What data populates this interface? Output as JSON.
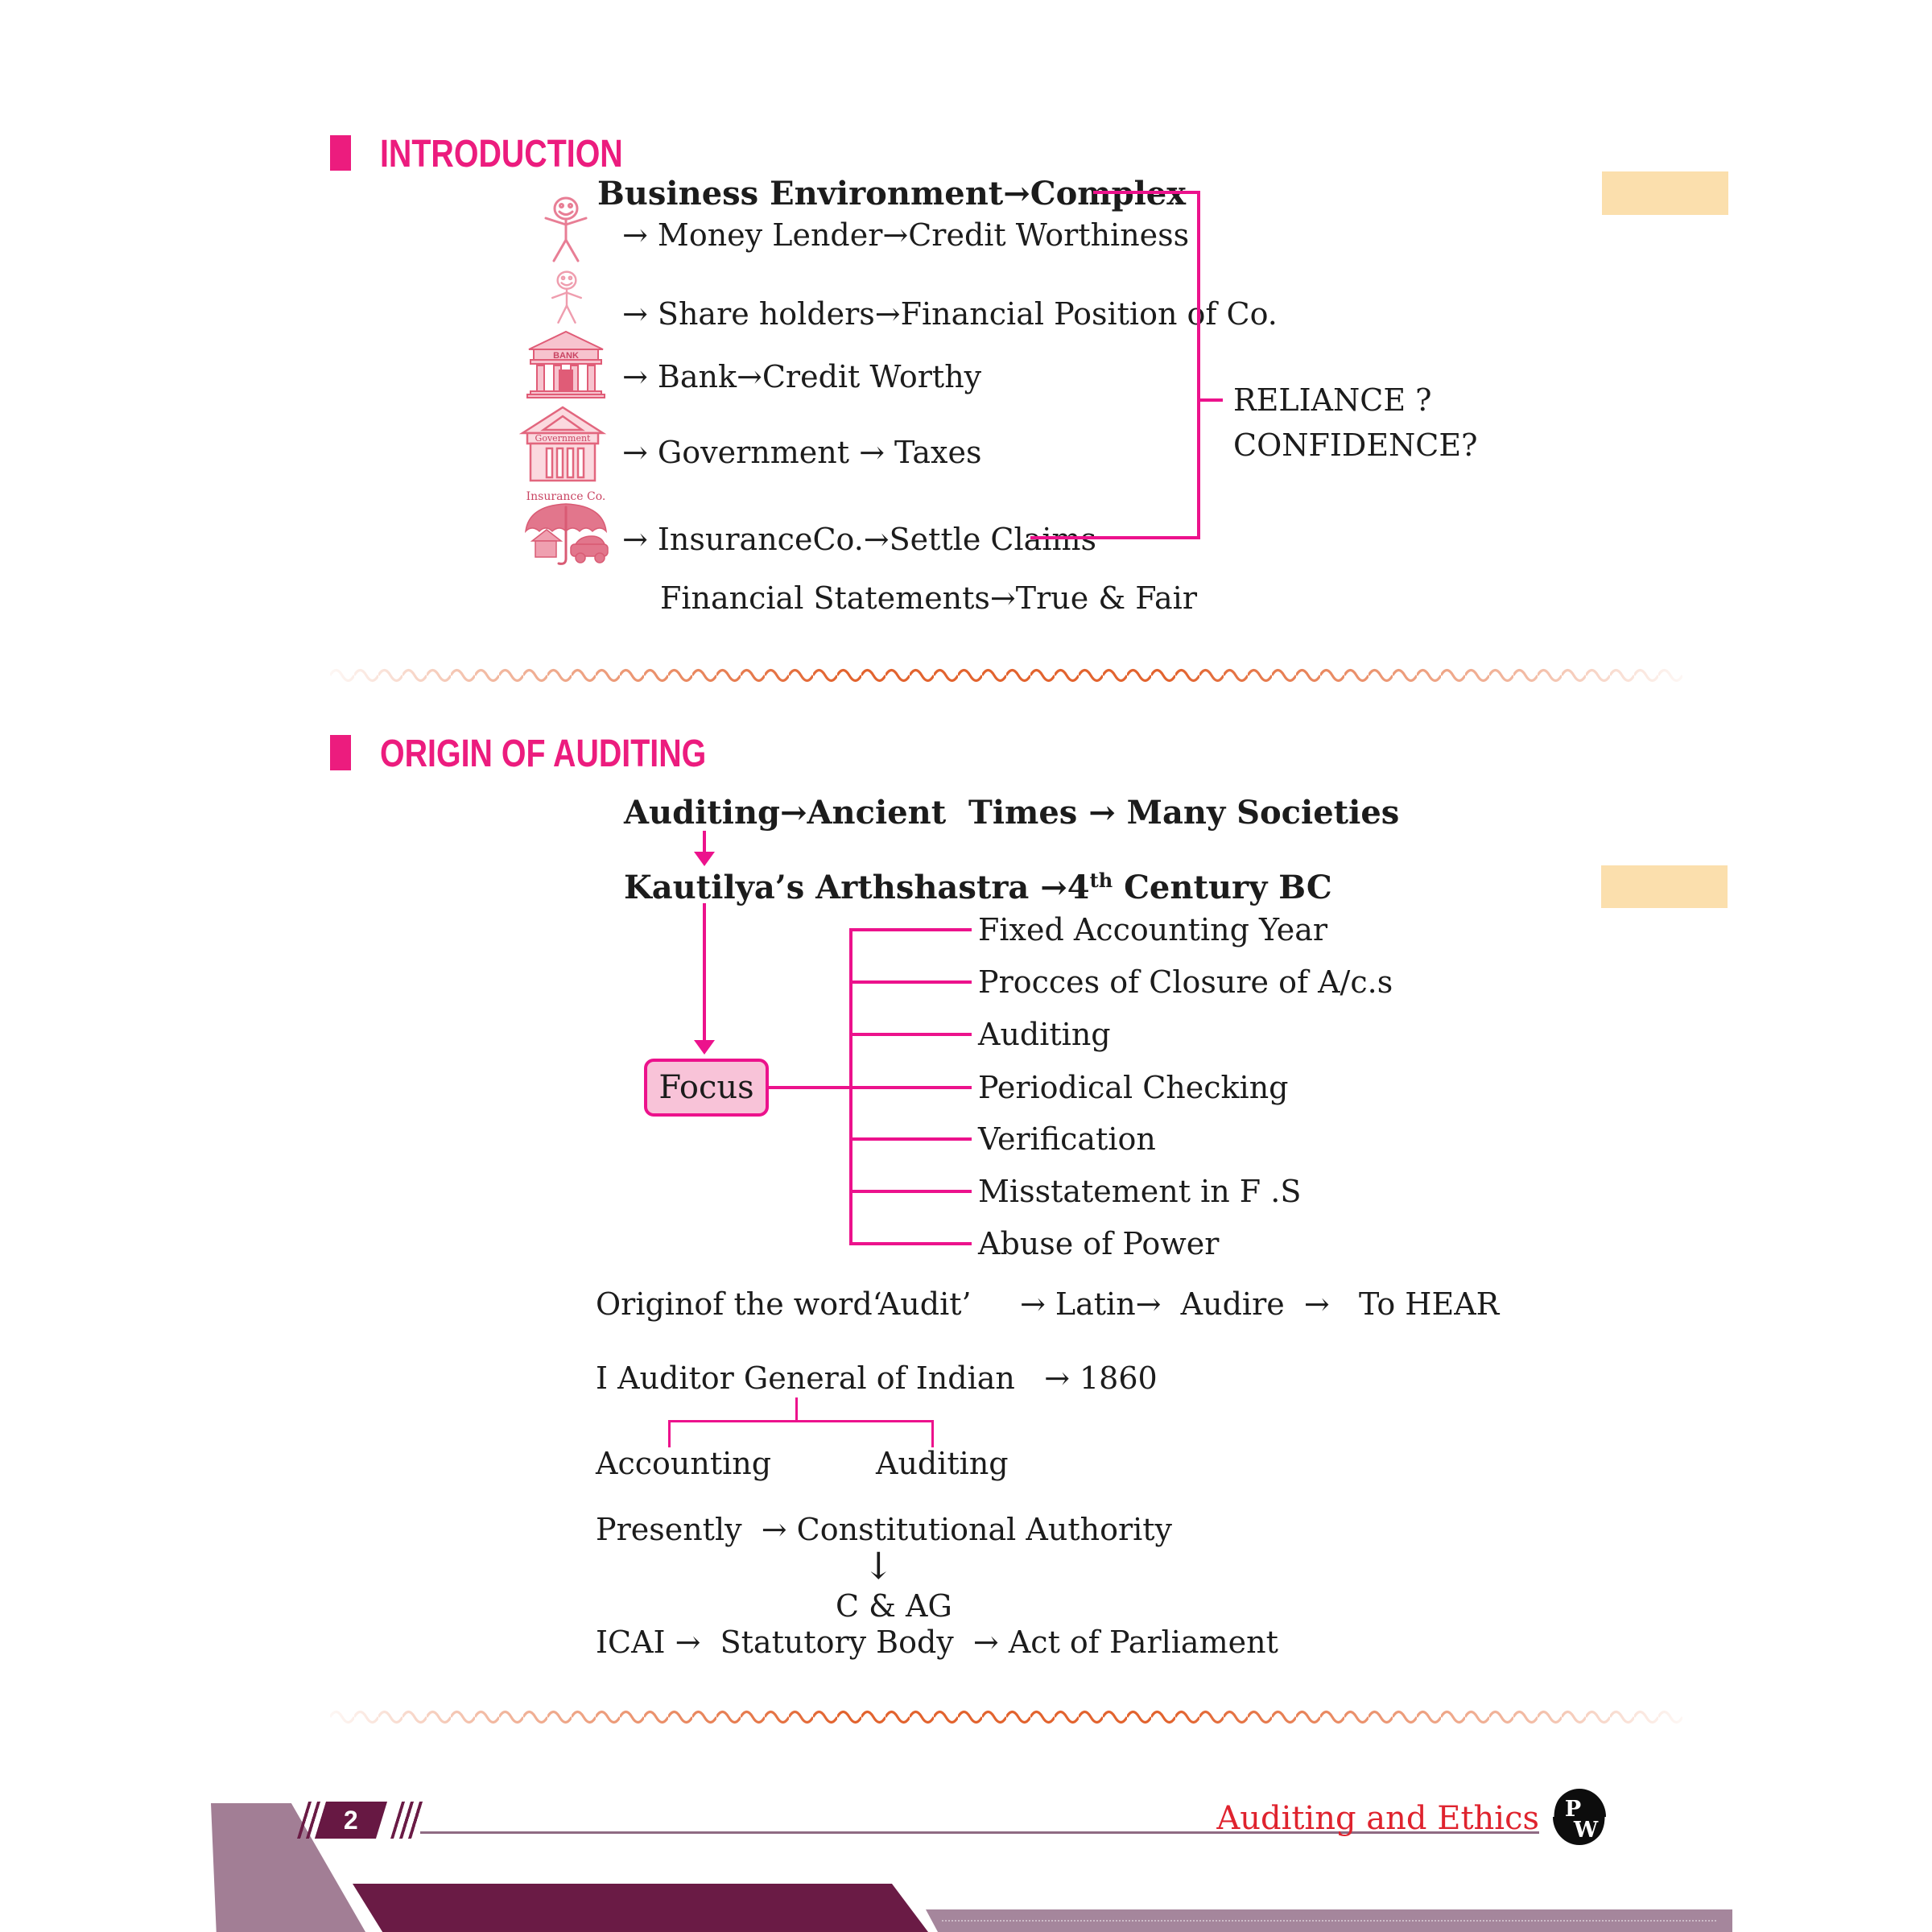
{
  "colors": {
    "accent_pink": "#EC128C",
    "header_pink": "#EC1C7E",
    "icon_pink": "#E87E95",
    "wave_orange": "#E2632E",
    "tan_highlight": "#FBDFAD",
    "footer_dark_plum": "#671843",
    "footer_mauve": "#A27E95",
    "title_red": "#DF232E"
  },
  "intro": {
    "header": "INTRODUCTION",
    "title": "Business Environment→Complex",
    "rows": [
      {
        "icon": "person",
        "label": "→ Money Lender→Credit Worthiness"
      },
      {
        "icon": "person",
        "label": "→ Share holders→Financial Position of Co."
      },
      {
        "icon": "bank",
        "label": "→ Bank→Credit Worthy"
      },
      {
        "icon": "government",
        "label": "→ Government → Taxes"
      },
      {
        "icon": "insurance",
        "label": "→ InsuranceCo.→Settle Claims"
      }
    ],
    "financial_line": "Financial Statements→True & Fair",
    "reliance_line1": "RELIANCE ?",
    "reliance_line2": "CONFIDENCE?",
    "icon_labels": {
      "bank": "BANK",
      "government": "Government",
      "insurance": "Insurance Co."
    }
  },
  "origin": {
    "header": "ORIGIN OF AUDITING",
    "line1": "Auditing→Ancient  Times → Many Societies",
    "line2_pre": "Kautilya’s Arthshastra →4",
    "line2_sup": "th",
    "line2_post": " Century BC",
    "focus_label": "Focus",
    "branches": [
      "Fixed Accounting Year",
      "Procces of Closure of A/c.s",
      "Auditing",
      "Periodical Checking",
      "Verification",
      "Misstatement in F .S",
      "Abuse of Power"
    ],
    "origin_word_line": "Originof the word‘Audit’     → Latin→  Audire  →   To HEAR",
    "auditor_line": "I Auditor General of Indian   → 1860",
    "tree_left": "Accounting",
    "tree_right": "Auditing",
    "presently_line": "Presently  → Constitutional Authority",
    "down_arrow": "↓",
    "cag_line": "C & AG",
    "icai_line": "ICAI →  Statutory Body  → Act of Parliament"
  },
  "footer": {
    "page_number": "2",
    "book_title": "Auditing and Ethics",
    "logo_top": "P",
    "logo_bottom": "W"
  }
}
